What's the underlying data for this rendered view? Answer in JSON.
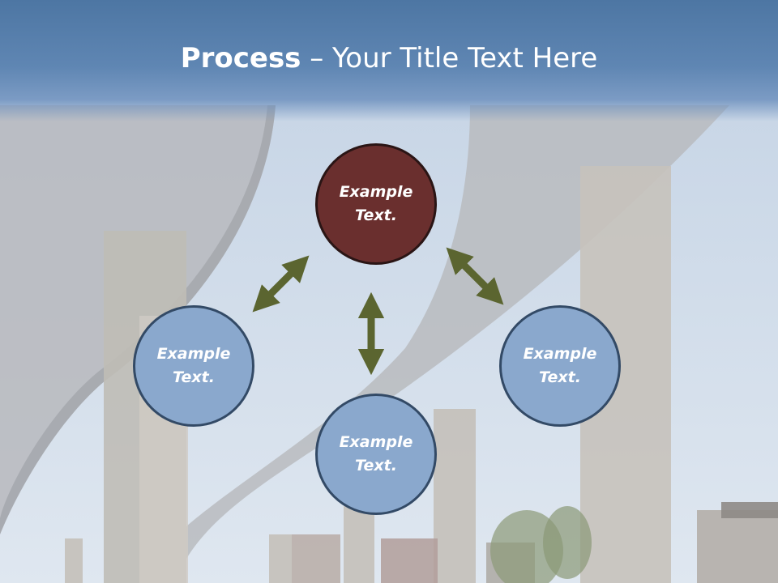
{
  "slide": {
    "title_bold": "Process",
    "title_rest": " – Your Title Text Here"
  },
  "nodes": {
    "top": "Example Text.",
    "left": "Example Text.",
    "right": "Example Text.",
    "bottom": "Example Text."
  },
  "colors": {
    "title_bar": "#5f86b3",
    "top_circle": "#6a2f2e",
    "other_circles": "#8aa8cd",
    "arrows": "#5b6530"
  }
}
